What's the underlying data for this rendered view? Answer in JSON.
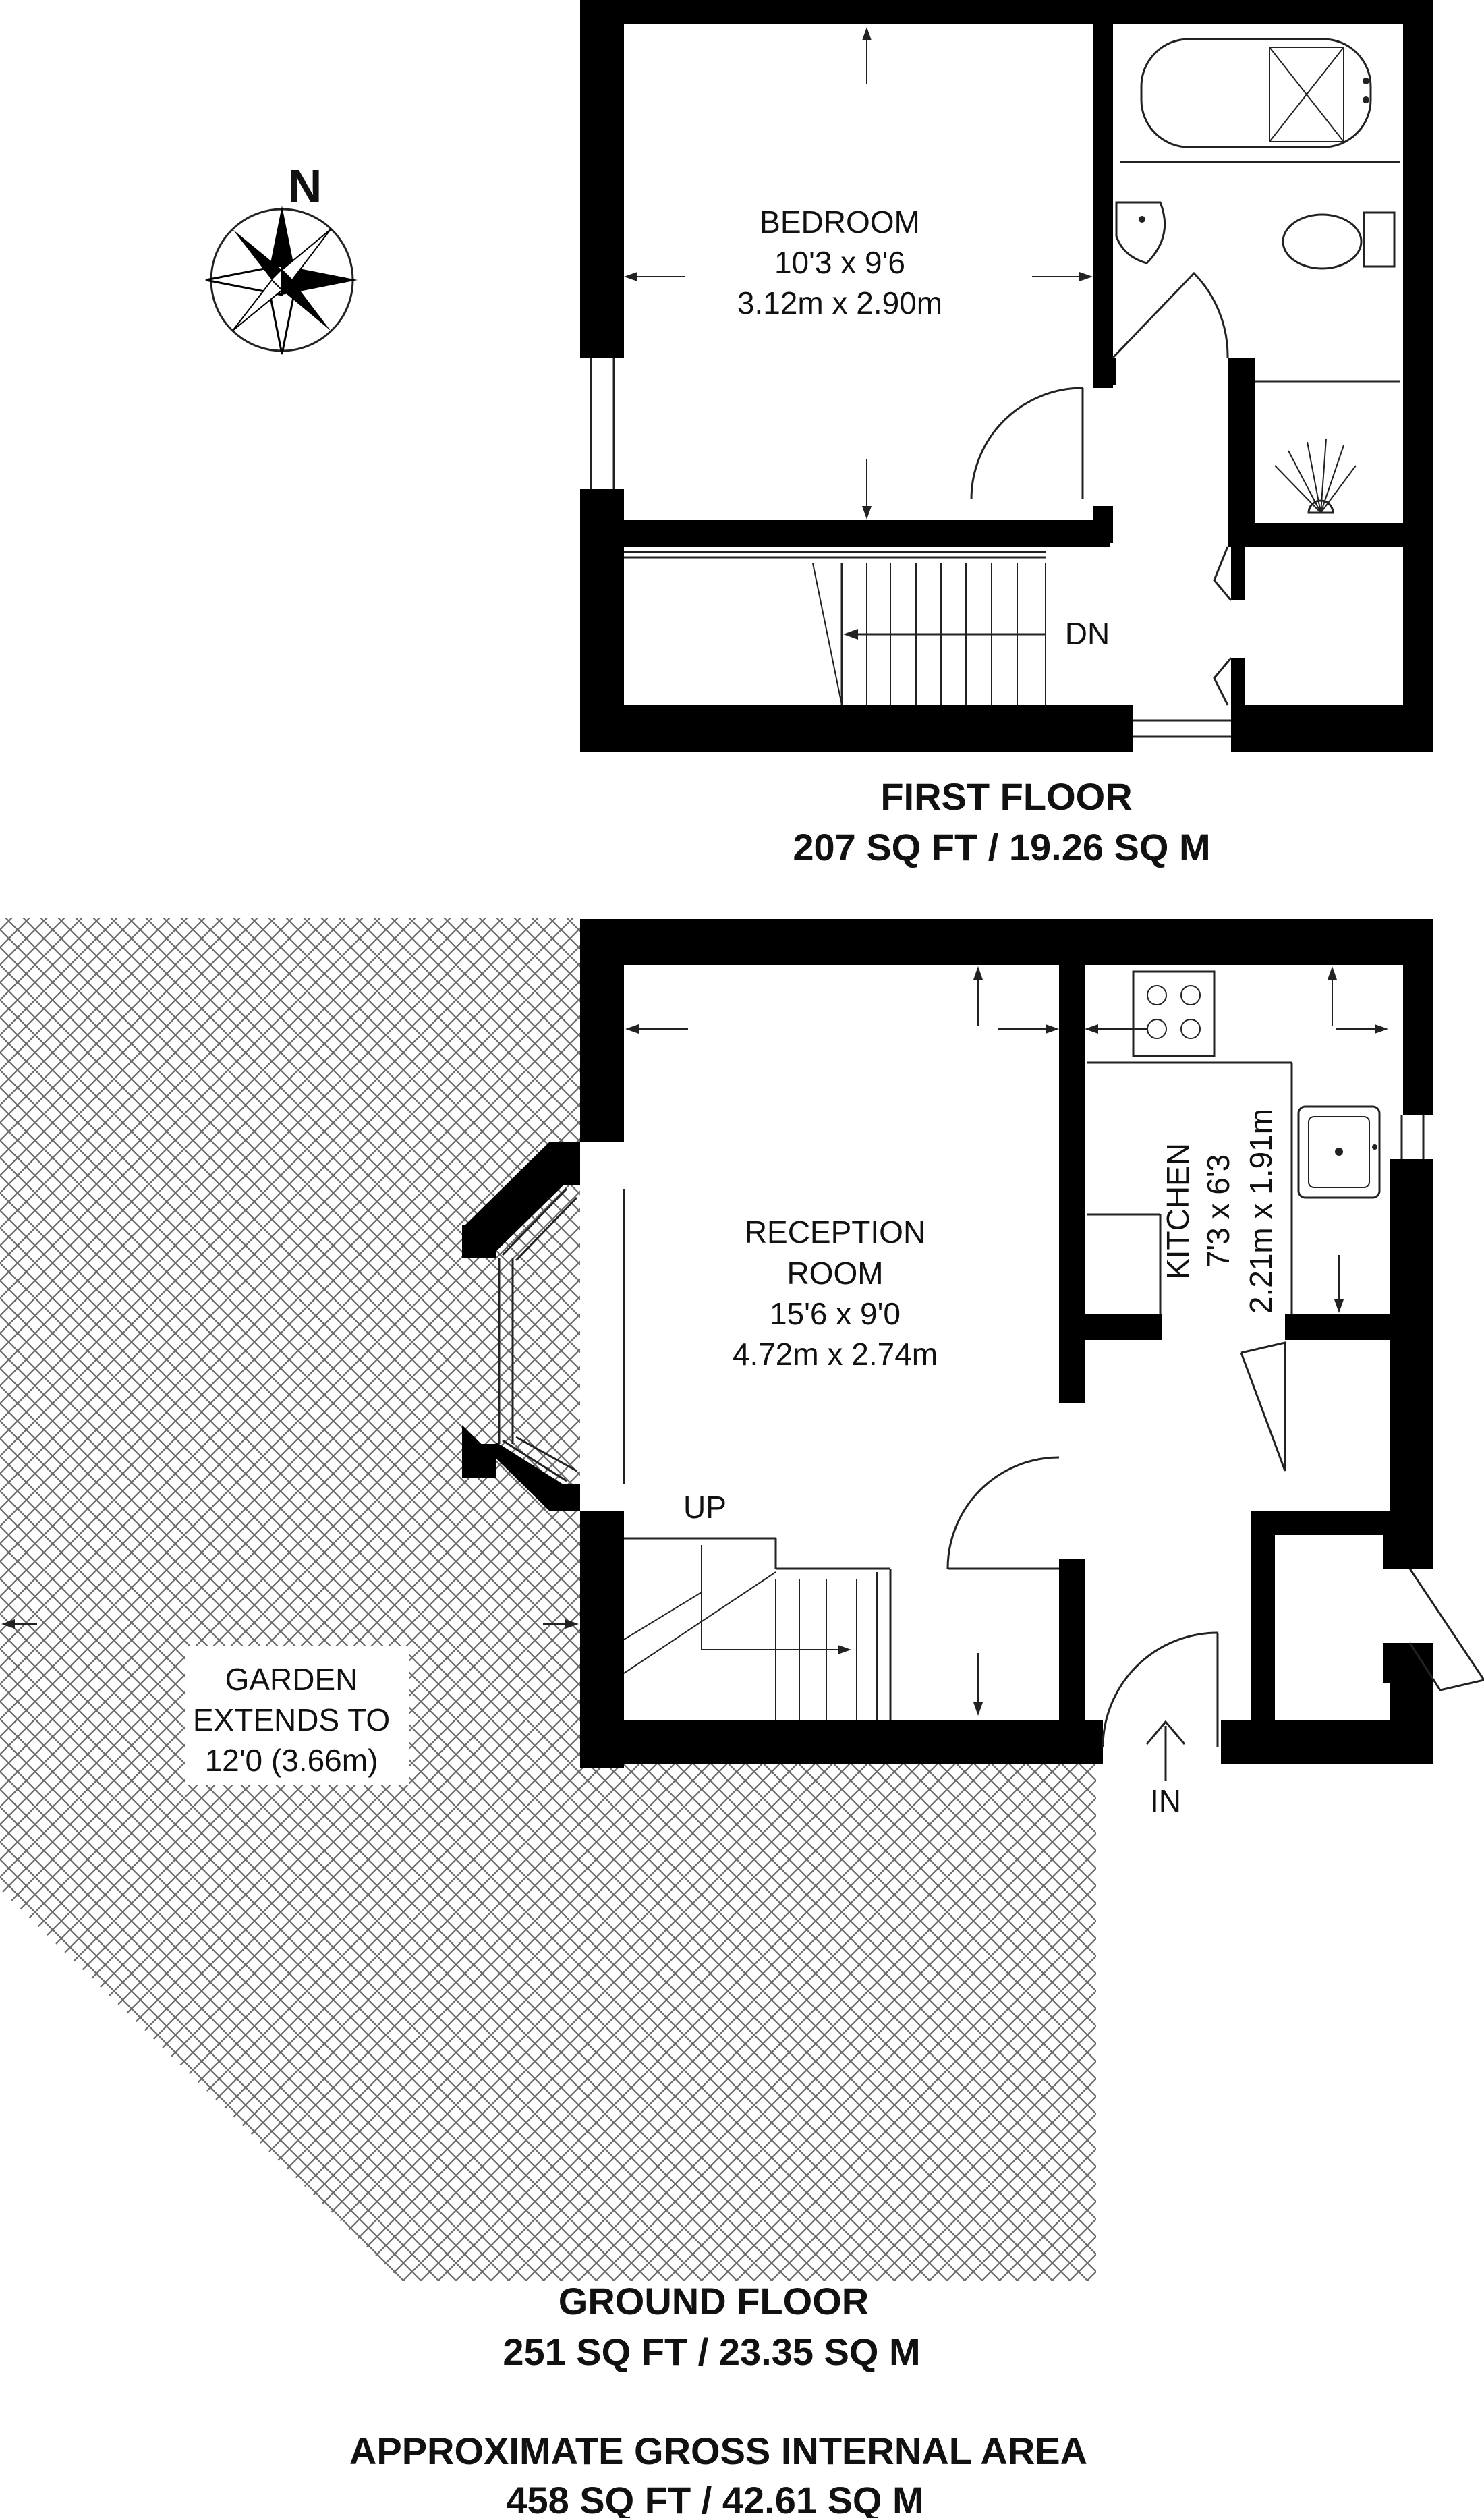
{
  "compass": {
    "north_label": "N",
    "icon": "compass-rose-icon"
  },
  "first_floor": {
    "rooms": [
      {
        "name": "BEDROOM",
        "imperial": "10'3 x 9'6",
        "metric": "3.12m x 2.90m"
      }
    ],
    "stair_label": "DN",
    "title": "FIRST FLOOR",
    "area": "207 SQ FT / 19.26 SQ M"
  },
  "ground_floor": {
    "reception": {
      "line1": "RECEPTION",
      "line2": "ROOM",
      "imperial": "15'6 x 9'0",
      "metric": "4.72m x 2.74m"
    },
    "kitchen": {
      "name": "KITCHEN",
      "imperial": "7'3 x 6'3",
      "metric": "2.21m x 1.91m"
    },
    "stair_label": "UP",
    "entrance_label": "IN",
    "garden": {
      "line1": "GARDEN",
      "line2": "EXTENDS TO",
      "line3": "12'0 (3.66m)"
    },
    "title": "GROUND FLOOR",
    "area": "251 SQ FT / 23.35 SQ M"
  },
  "total": {
    "title": "APPROXIMATE GROSS INTERNAL AREA",
    "area": "458 SQ FT / 42.61 SQ M"
  }
}
